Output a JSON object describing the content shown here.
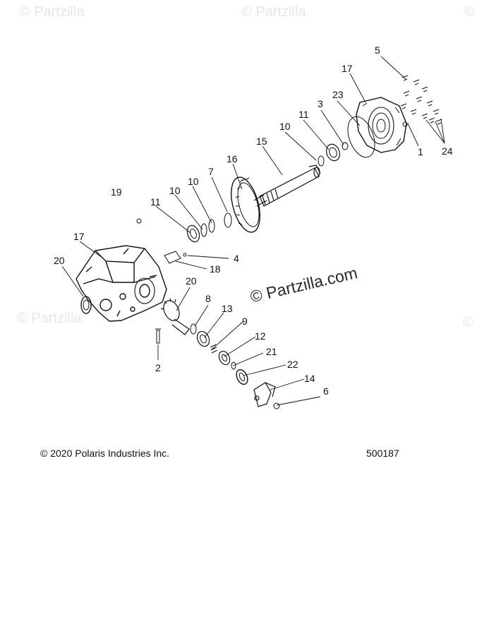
{
  "watermark": {
    "brand": "Partzilla",
    "main": "Partzilla.com",
    "symbol": "©"
  },
  "callouts": [
    "5",
    "17",
    "23",
    "3",
    "11",
    "10",
    "15",
    "16",
    "7",
    "10",
    "10",
    "11",
    "19",
    "17",
    "20",
    "20",
    "4",
    "18",
    "8",
    "13",
    "9",
    "12",
    "21",
    "22",
    "14",
    "6",
    "2",
    "1",
    "24"
  ],
  "footer": {
    "copyright": "© 2020 Polaris Industries Inc.",
    "diagram_id": "500187"
  }
}
